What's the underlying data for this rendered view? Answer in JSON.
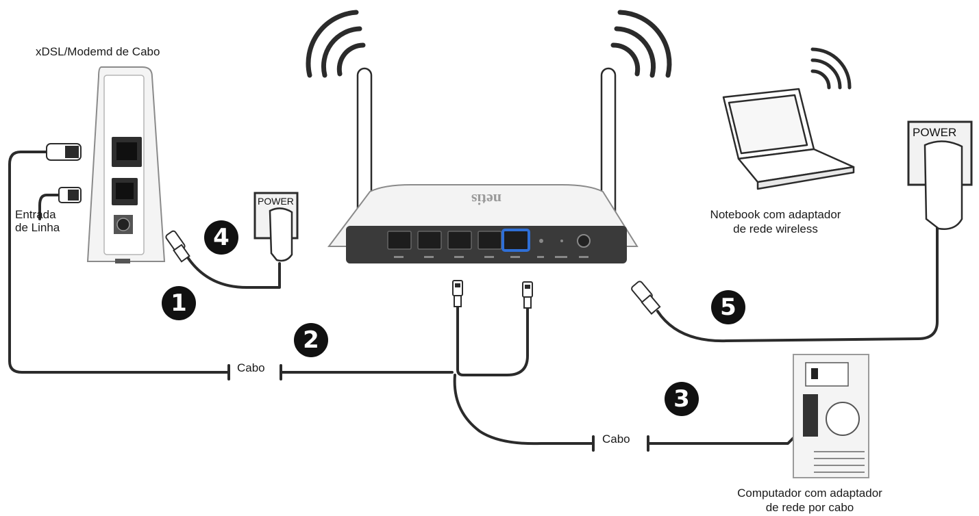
{
  "labels": {
    "modem": "xDSL/Modemd de Cabo",
    "entrada_line1": "Entrada",
    "entrada_line2": "de Linha",
    "power_small": "POWER",
    "power_large": "POWER",
    "notebook_line1": "Notebook com adaptador",
    "notebook_line2": "de rede wireless",
    "cabo_top": "Cabo",
    "cabo_bottom": "Cabo",
    "pc_line1": "Computador com adaptador",
    "pc_line2": "de rede por cabo",
    "brand": "netis"
  },
  "steps": [
    "1",
    "2",
    "3",
    "4",
    "5"
  ],
  "colors": {
    "line": "#2b2b2b",
    "device": "#f4f4f4",
    "panel": "#3a3a3a",
    "wan_port": "#2f6fd6",
    "badge": "#111111"
  }
}
